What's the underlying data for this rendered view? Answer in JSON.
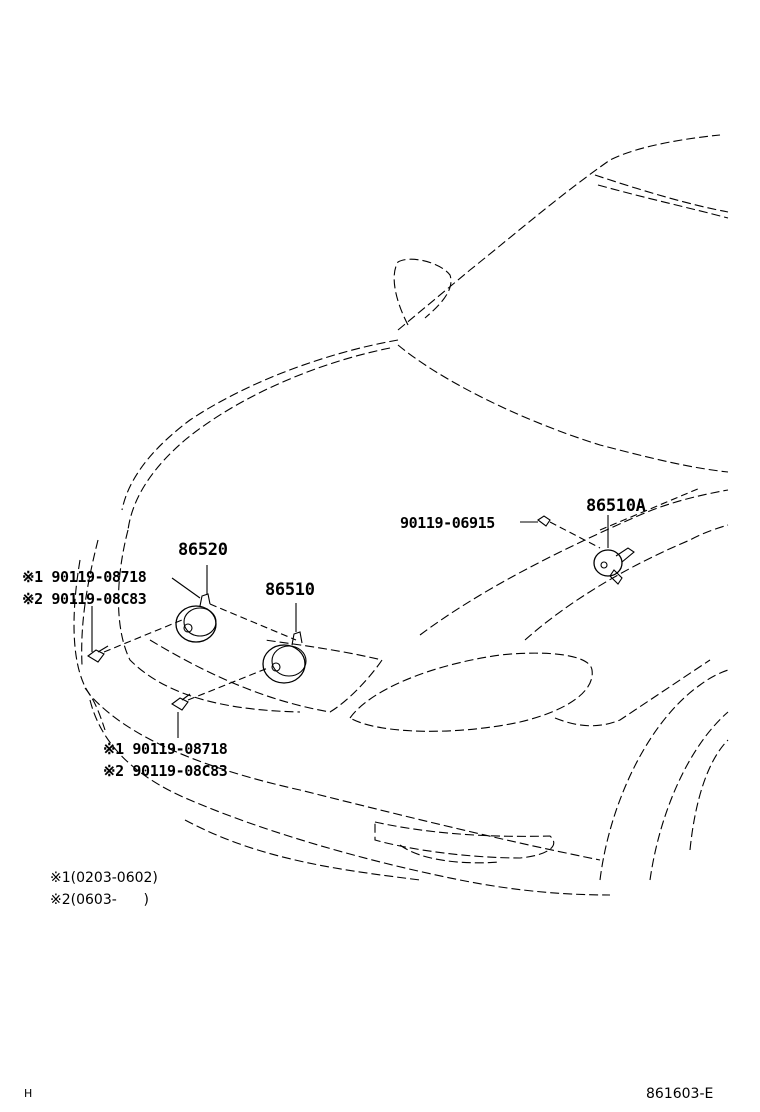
{
  "parts": {
    "horn_low": "86520",
    "horn_high": "86510",
    "horn_right": "86510A",
    "bolt_right": "90119-06915",
    "bolt_upper_1": "※1 90119-08718",
    "bolt_upper_2": "※2 90119-08C83",
    "bolt_lower_1": "※1 90119-08718",
    "bolt_lower_2": "※2 90119-08C83"
  },
  "notes": {
    "note_1": "※1(0203-0602)",
    "note_2": "※2(0603-      )"
  },
  "footer": {
    "left_code": "H",
    "diagram_id": "861603-E"
  }
}
